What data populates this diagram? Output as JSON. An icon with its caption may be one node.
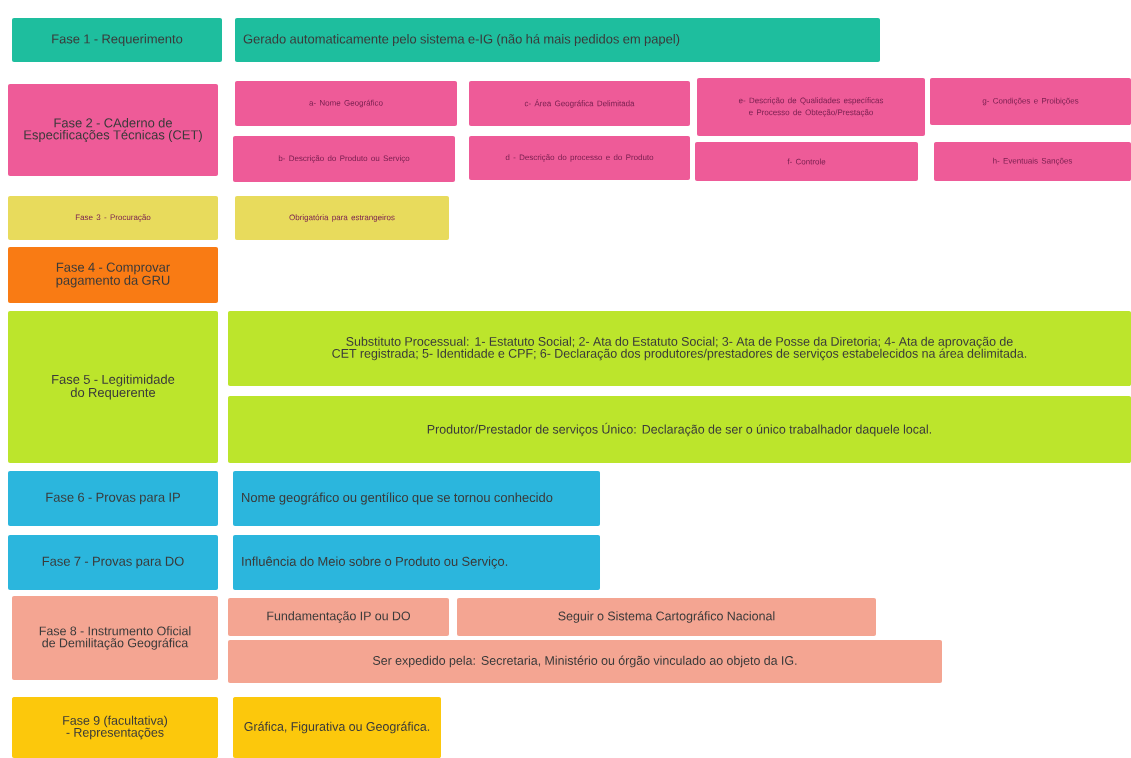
{
  "diagram": {
    "nodes": [
      {
        "text": [
          "Fase 1 - Requerimento"
        ]
      },
      {
        "text": [
          "Gerado automaticamente pelo sistema e-IG (não há mais pedidos em papel)"
        ]
      },
      {
        "text": [
          "Fase 2 - CAderno de Especificações Técnicas (CET)"
        ]
      },
      {
        "text": [
          "a- Nome Geográfico"
        ]
      },
      {
        "text": [
          "c- Área Geográfica Delimitada"
        ]
      },
      {
        "text": [
          "e- Descrição de Qualidades específicas e Processo de Obteção/Prestação"
        ]
      },
      {
        "text": [
          "g- Condições e Proibições"
        ]
      },
      {
        "text": [
          "b- Descrição do Produto ou Serviço"
        ]
      },
      {
        "text": [
          "d - Descrição do processo e do Produto"
        ]
      },
      {
        "text": [
          "f- Controle"
        ]
      },
      {
        "text": [
          "h- Eventuais Sanções"
        ]
      },
      {
        "text": [
          "Fase 3 - Procuração"
        ]
      },
      {
        "text": [
          "Obrigatória para estrangeiros"
        ]
      },
      {
        "text": [
          "Fase 4 - Comprovar pagamento da GRU"
        ]
      },
      {
        "text": [
          "Fase 5 - Legitimidade do Requerente"
        ]
      },
      {
        "text": [
          "Substituto Processual: 1- Estatuto Social; 2- Ata do Estatuto Social; 3- Ata de Posse da Diretoria; 4- Ata de aprovação de CET registrada; 5- Identidade e CPF; 6- Declaração dos produtores/prestadores de serviços estabelecidos na área delimitada."
        ]
      },
      {
        "text": [
          "Produtor/Prestador de serviços Único: Declaração de ser o único trabalhador daquele local."
        ]
      },
      {
        "text": [
          "Fase 6 - Provas para IP"
        ]
      },
      {
        "text": [
          "Nome geográfico ou gentílico que se tornou conhecido"
        ]
      },
      {
        "text": [
          "Fase 7 - Provas para DO"
        ]
      },
      {
        "text": [
          "Influência do Meio sobre o Produto ou Serviço."
        ]
      },
      {
        "text": [
          "Fase 8 - Instrumento Oficial de Demilitação Geográfica"
        ]
      },
      {
        "text": [
          "Fundamentação IP ou DO"
        ]
      },
      {
        "text": [
          "Seguir o Sistema Cartográfico Nacional"
        ]
      },
      {
        "text": [
          "Ser expedido pela: Secretaria, Ministério ou órgão vinculado ao objeto da IG."
        ]
      },
      {
        "text": [
          "Fase 9 (facultativa) - Representações"
        ]
      },
      {
        "text": [
          "Gráfica, Figurativa ou Geográfica."
        ]
      }
    ]
  }
}
